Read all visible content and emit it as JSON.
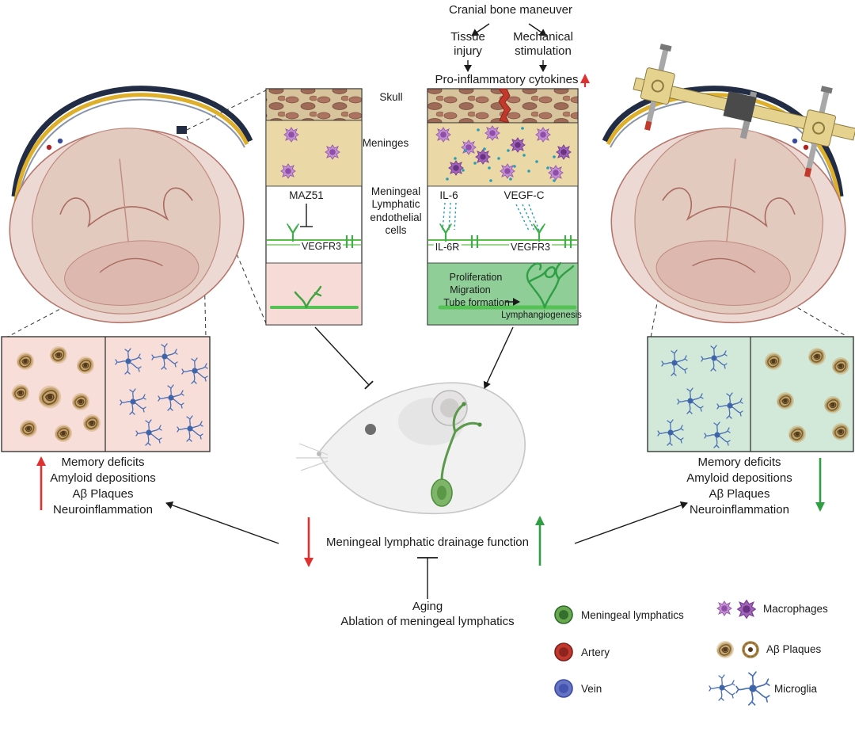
{
  "figure": {
    "top": {
      "cranial": "Cranial bone maneuver",
      "tissue_injury": "Tissue injury",
      "mechanical_stimulation": "Mechanical stimulation",
      "pro_inflammatory": "Pro-inflammatory cytokines"
    },
    "layers": {
      "skull": "Skull",
      "meninges": "Meninges",
      "mlec": "Meningeal Lymphatic endothelial cells"
    },
    "left_panel": {
      "maz51": "MAZ51",
      "vegfr3": "VEGFR3"
    },
    "center_panel": {
      "il6": "IL-6",
      "vegfc": "VEGF-C",
      "il6r": "IL-6R",
      "vegfr3": "VEGFR3",
      "proliferation": "Proliferation",
      "migration": "Migration",
      "tube_formation": "Tube formation",
      "lymphangiogenesis": "Lymphangiogenesis"
    },
    "left_outcomes": {
      "trend": "increase",
      "lines": [
        "Memory deficits",
        "Amyloid depositions",
        "Aβ Plaques",
        "Neuroinflammation"
      ]
    },
    "right_outcomes": {
      "trend": "decrease",
      "lines": [
        "Memory deficits",
        "Amyloid depositions",
        "Aβ Plaques",
        "Neuroinflammation"
      ]
    },
    "drainage": {
      "label": "Meningeal lymphatic drainage function",
      "left_trend": "decrease",
      "right_trend": "increase"
    },
    "causes": {
      "line1": "Aging",
      "line2": "Ablation of meningeal lymphatics"
    },
    "legend": {
      "items": [
        {
          "label": "Meningeal lymphatics"
        },
        {
          "label": "Artery"
        },
        {
          "label": "Vein"
        },
        {
          "label": "Macrophages"
        },
        {
          "label": "Aβ Plaques"
        },
        {
          "label": "Microglia"
        }
      ]
    },
    "colors": {
      "increase_red": "#e03131",
      "decrease_green": "#2f9e44",
      "lymphatic_green": "#3fae4a",
      "macrophage_purple": "#b57bc0",
      "plaque_brown": "#8b6332",
      "microglia_blue": "#4a6fb5",
      "artery_red": "#b22222",
      "vein_blue": "#5566bb"
    }
  }
}
